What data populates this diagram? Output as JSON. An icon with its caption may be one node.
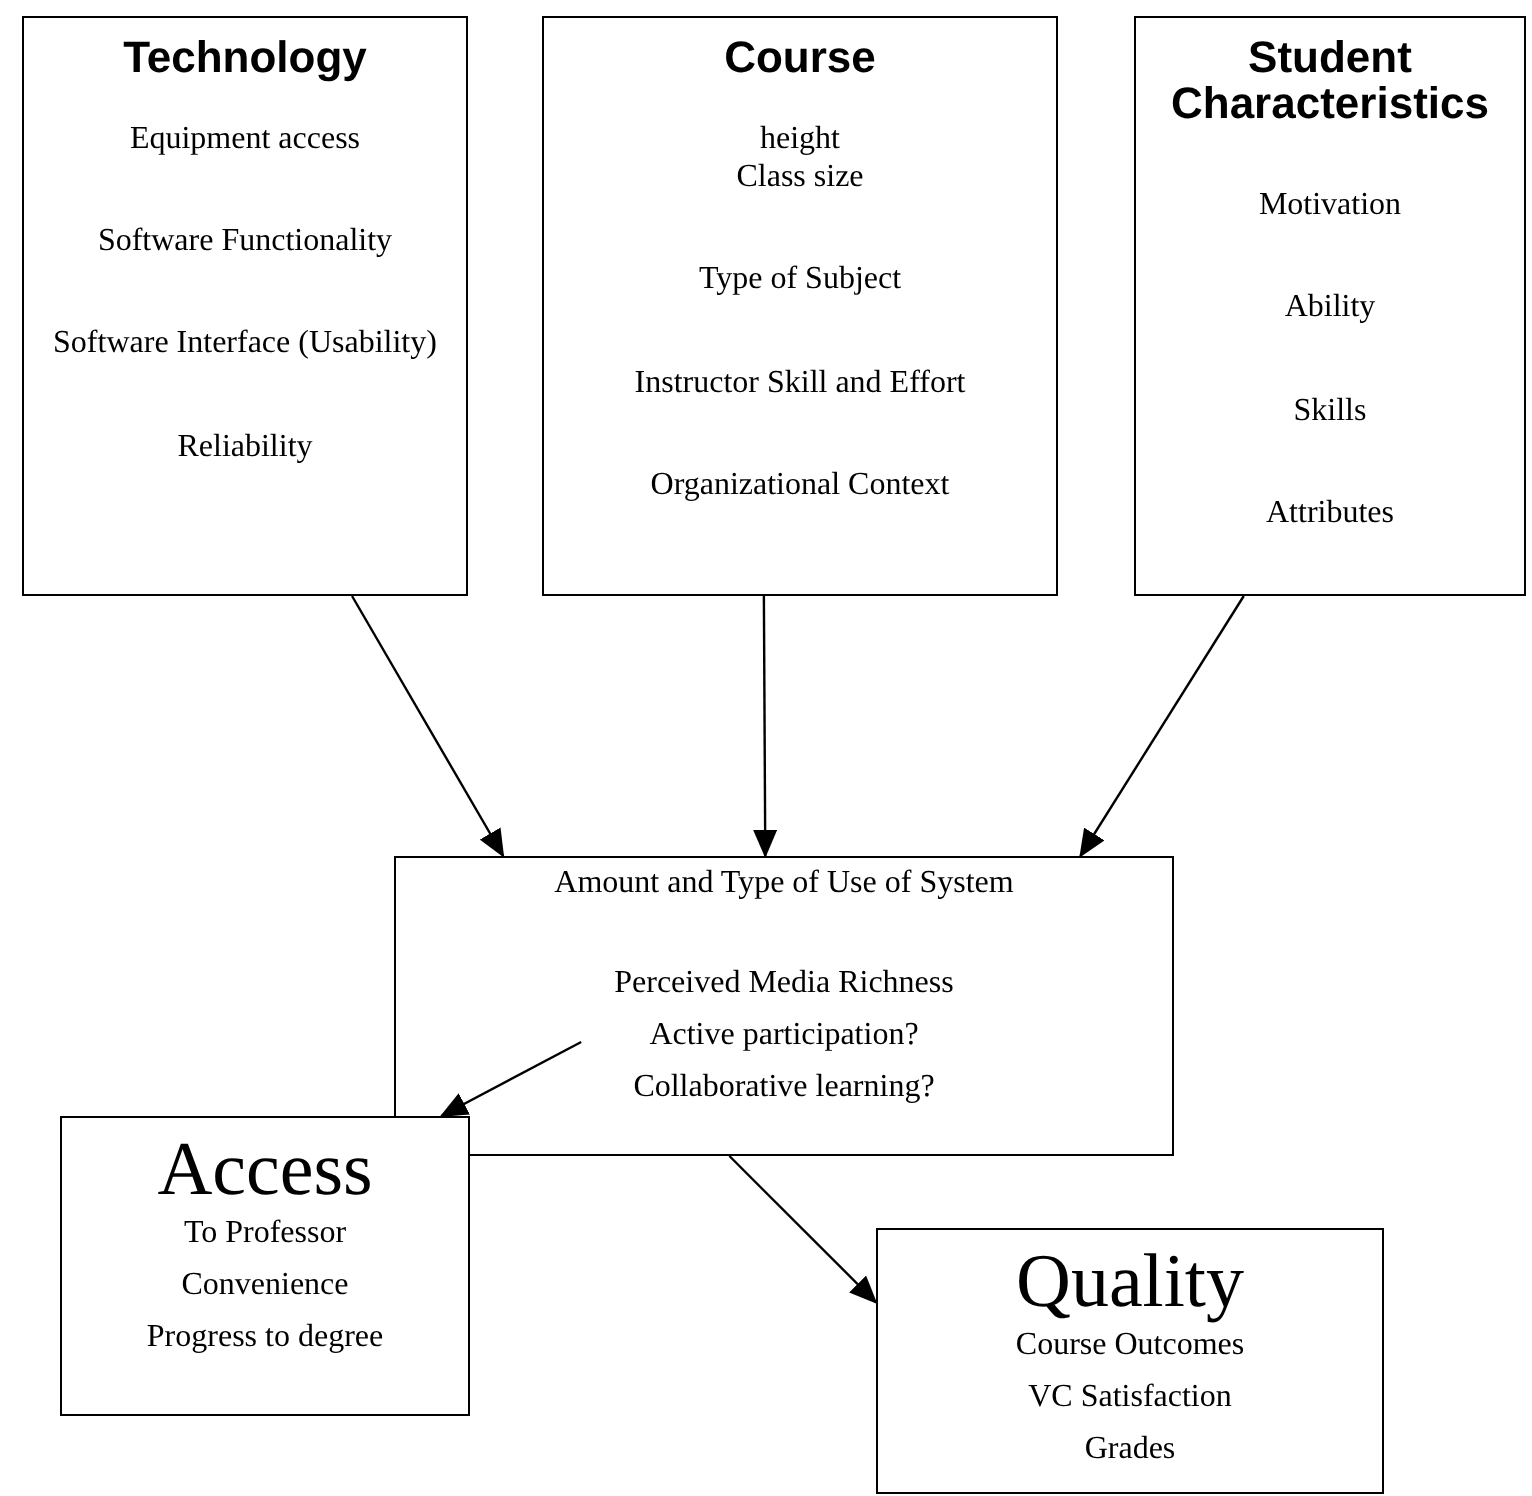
{
  "diagram": {
    "nodes": [
      {
        "text": [
          "Technology",
          "Equipment access",
          "Software Functionality",
          "Software Interface (Usability)",
          "Reliability"
        ]
      },
      {
        "text": [
          "Course",
          "height",
          "Class size",
          "Type of Subject",
          "Instructor Skill and Effort",
          "Organizational Context"
        ]
      },
      {
        "text": [
          "Student Characteristics",
          "Motivation",
          "Ability",
          "Skills",
          "Attributes"
        ]
      },
      {
        "text": [
          "Amount and Type of Use of System",
          "Perceived Media Richness",
          "Active participation?",
          "Collaborative learning?"
        ]
      },
      {
        "text": [
          "Access",
          "To Professor",
          "Convenience",
          "Progress to degree"
        ]
      },
      {
        "text": [
          "Quality",
          "Course Outcomes",
          "VC Satisfaction",
          "Grades"
        ]
      }
    ],
    "edges": [
      {
        "from": 0,
        "to": 3,
        "arrow": "to"
      },
      {
        "from": 1,
        "to": 3,
        "arrow": "to"
      },
      {
        "from": 2,
        "to": 3,
        "arrow": "to"
      },
      {
        "from": 3,
        "to": 4,
        "arrow": "to"
      },
      {
        "from": 3,
        "to": 5,
        "arrow": "to"
      }
    ]
  }
}
